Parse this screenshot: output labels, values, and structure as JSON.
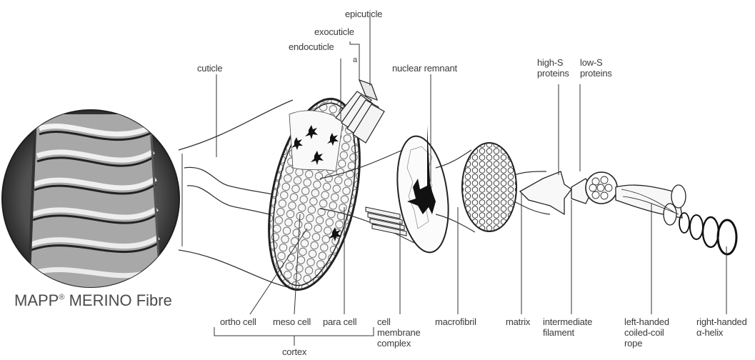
{
  "title": {
    "brand": "MAPP",
    "mark": "®",
    "rest": "MERINO Fibre"
  },
  "labels": {
    "epicuticle": "epicuticle",
    "exocuticle": "exocuticle",
    "endocuticle": "endocuticle",
    "a": "a",
    "cuticle": "cuticle",
    "nuclear_remnant": "nuclear remnant",
    "high_s_1": "high-S",
    "high_s_2": "proteins",
    "low_s_1": "low-S",
    "low_s_2": "proteins",
    "ortho_cell": "ortho cell",
    "meso_cell": "meso cell",
    "para_cell": "para cell",
    "cortex": "cortex",
    "cmc_1": "cell",
    "cmc_2": "membrane",
    "cmc_3": "complex",
    "macrofibril": "macrofibril",
    "matrix": "matrix",
    "if_1": "intermediate",
    "if_2": "filament",
    "lh_1": "left-handed",
    "lh_2": "coiled-coil",
    "lh_3": "rope",
    "rh_1": "right-handed",
    "rh_2": "α-helix"
  },
  "colors": {
    "line": "#333333",
    "fill": "#f2f2f2",
    "dark": "#111111"
  }
}
